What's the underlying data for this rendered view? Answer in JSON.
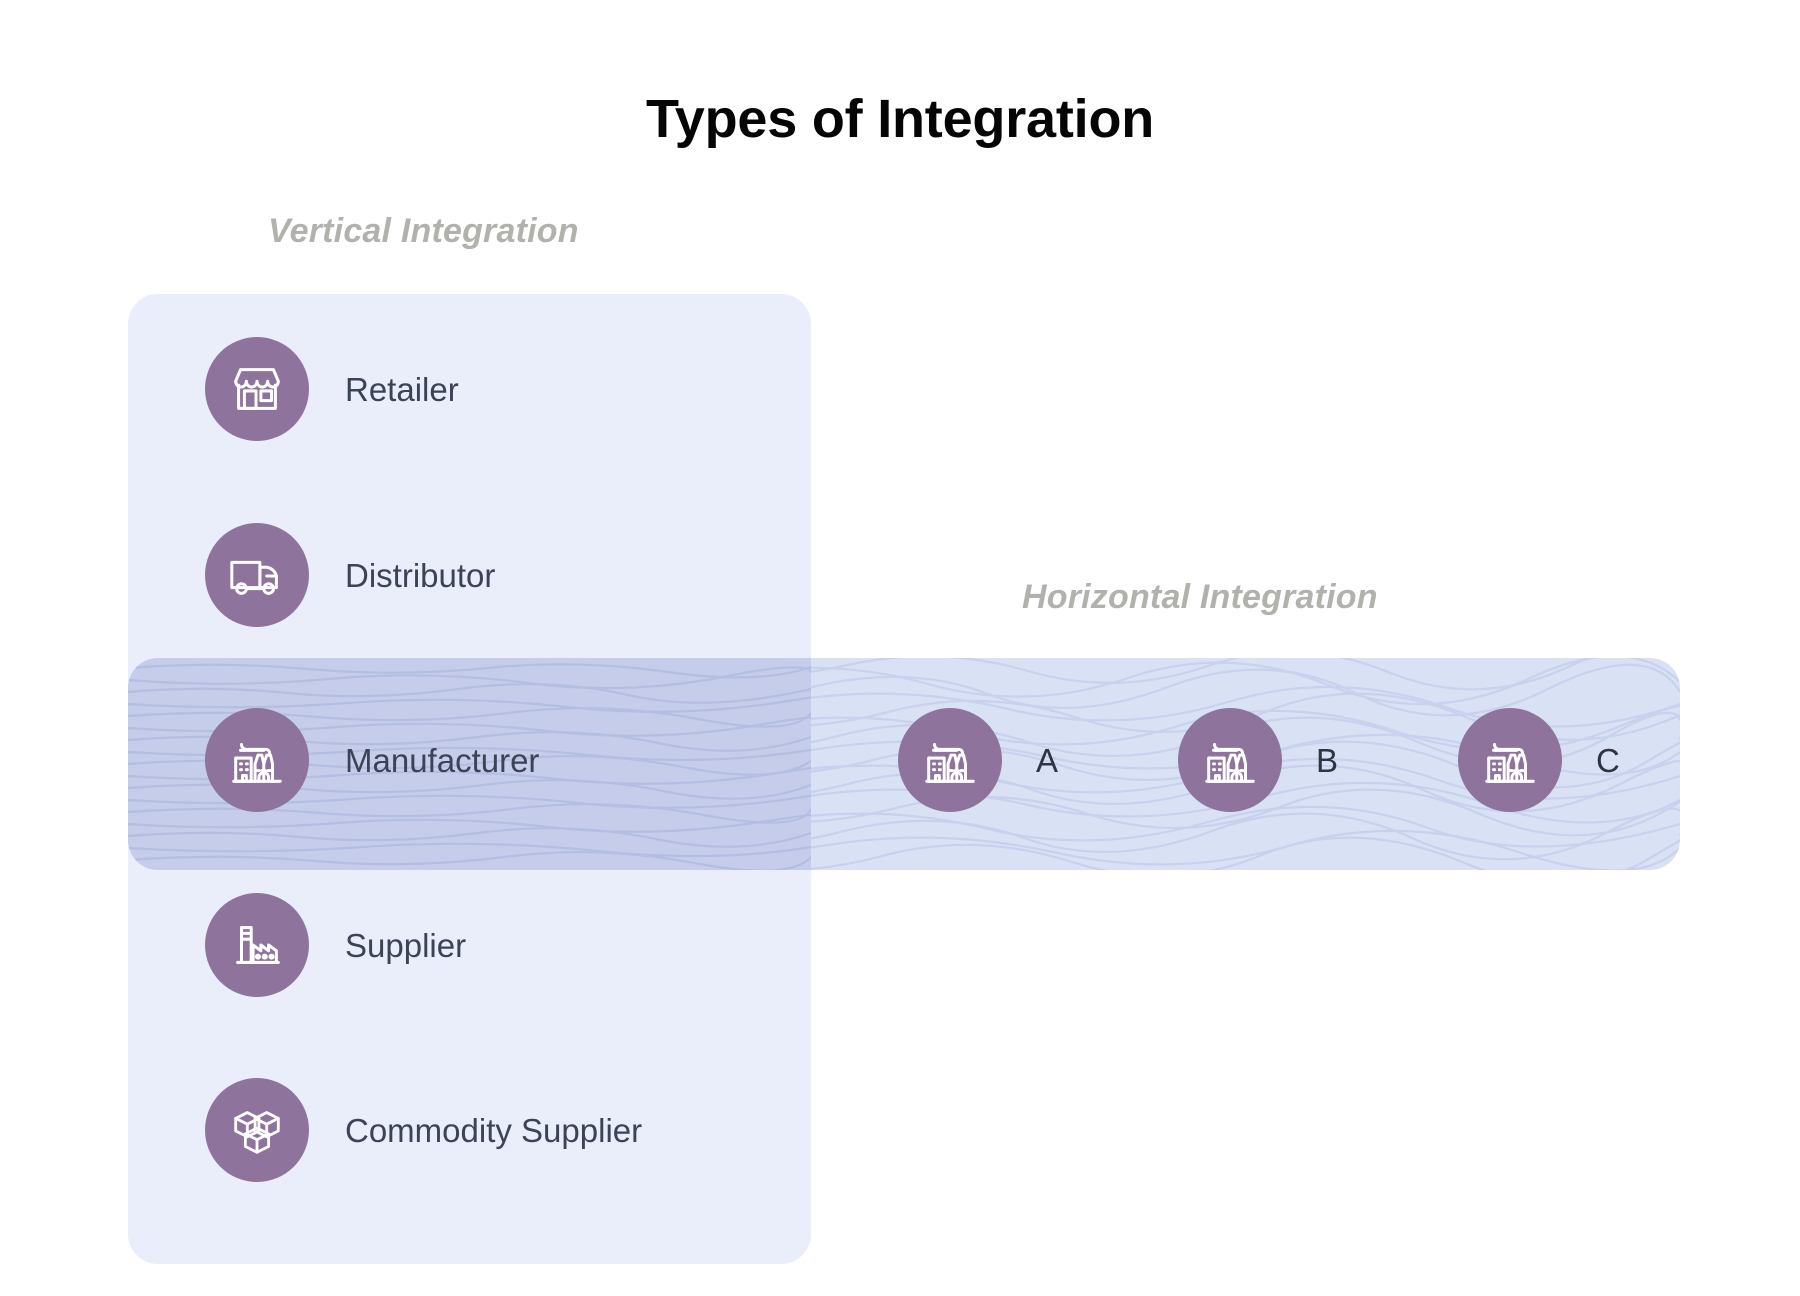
{
  "title": "Types of Integration",
  "colors": {
    "accent_purple": "#8e739c",
    "vertical_band": "#eaeefb",
    "horizontal_band": "#d9e1f5",
    "overlap_band": "#c5cdea",
    "caption_gray": "#b2b2ad",
    "label_slate": "#3c4356",
    "title_black": "#050505"
  },
  "vertical": {
    "caption": "Vertical Integration",
    "items": [
      {
        "label": "Retailer",
        "icon": "storefront-icon"
      },
      {
        "label": "Distributor",
        "icon": "delivery-truck-icon"
      },
      {
        "label": "Manufacturer",
        "icon": "factory-icon"
      },
      {
        "label": "Supplier",
        "icon": "industrial-plant-icon"
      },
      {
        "label": "Commodity Supplier",
        "icon": "cubes-icon"
      }
    ]
  },
  "horizontal": {
    "caption": "Horizontal Integration",
    "items": [
      {
        "label": "A",
        "icon": "factory-icon"
      },
      {
        "label": "B",
        "icon": "factory-icon"
      },
      {
        "label": "C",
        "icon": "factory-icon"
      }
    ]
  }
}
